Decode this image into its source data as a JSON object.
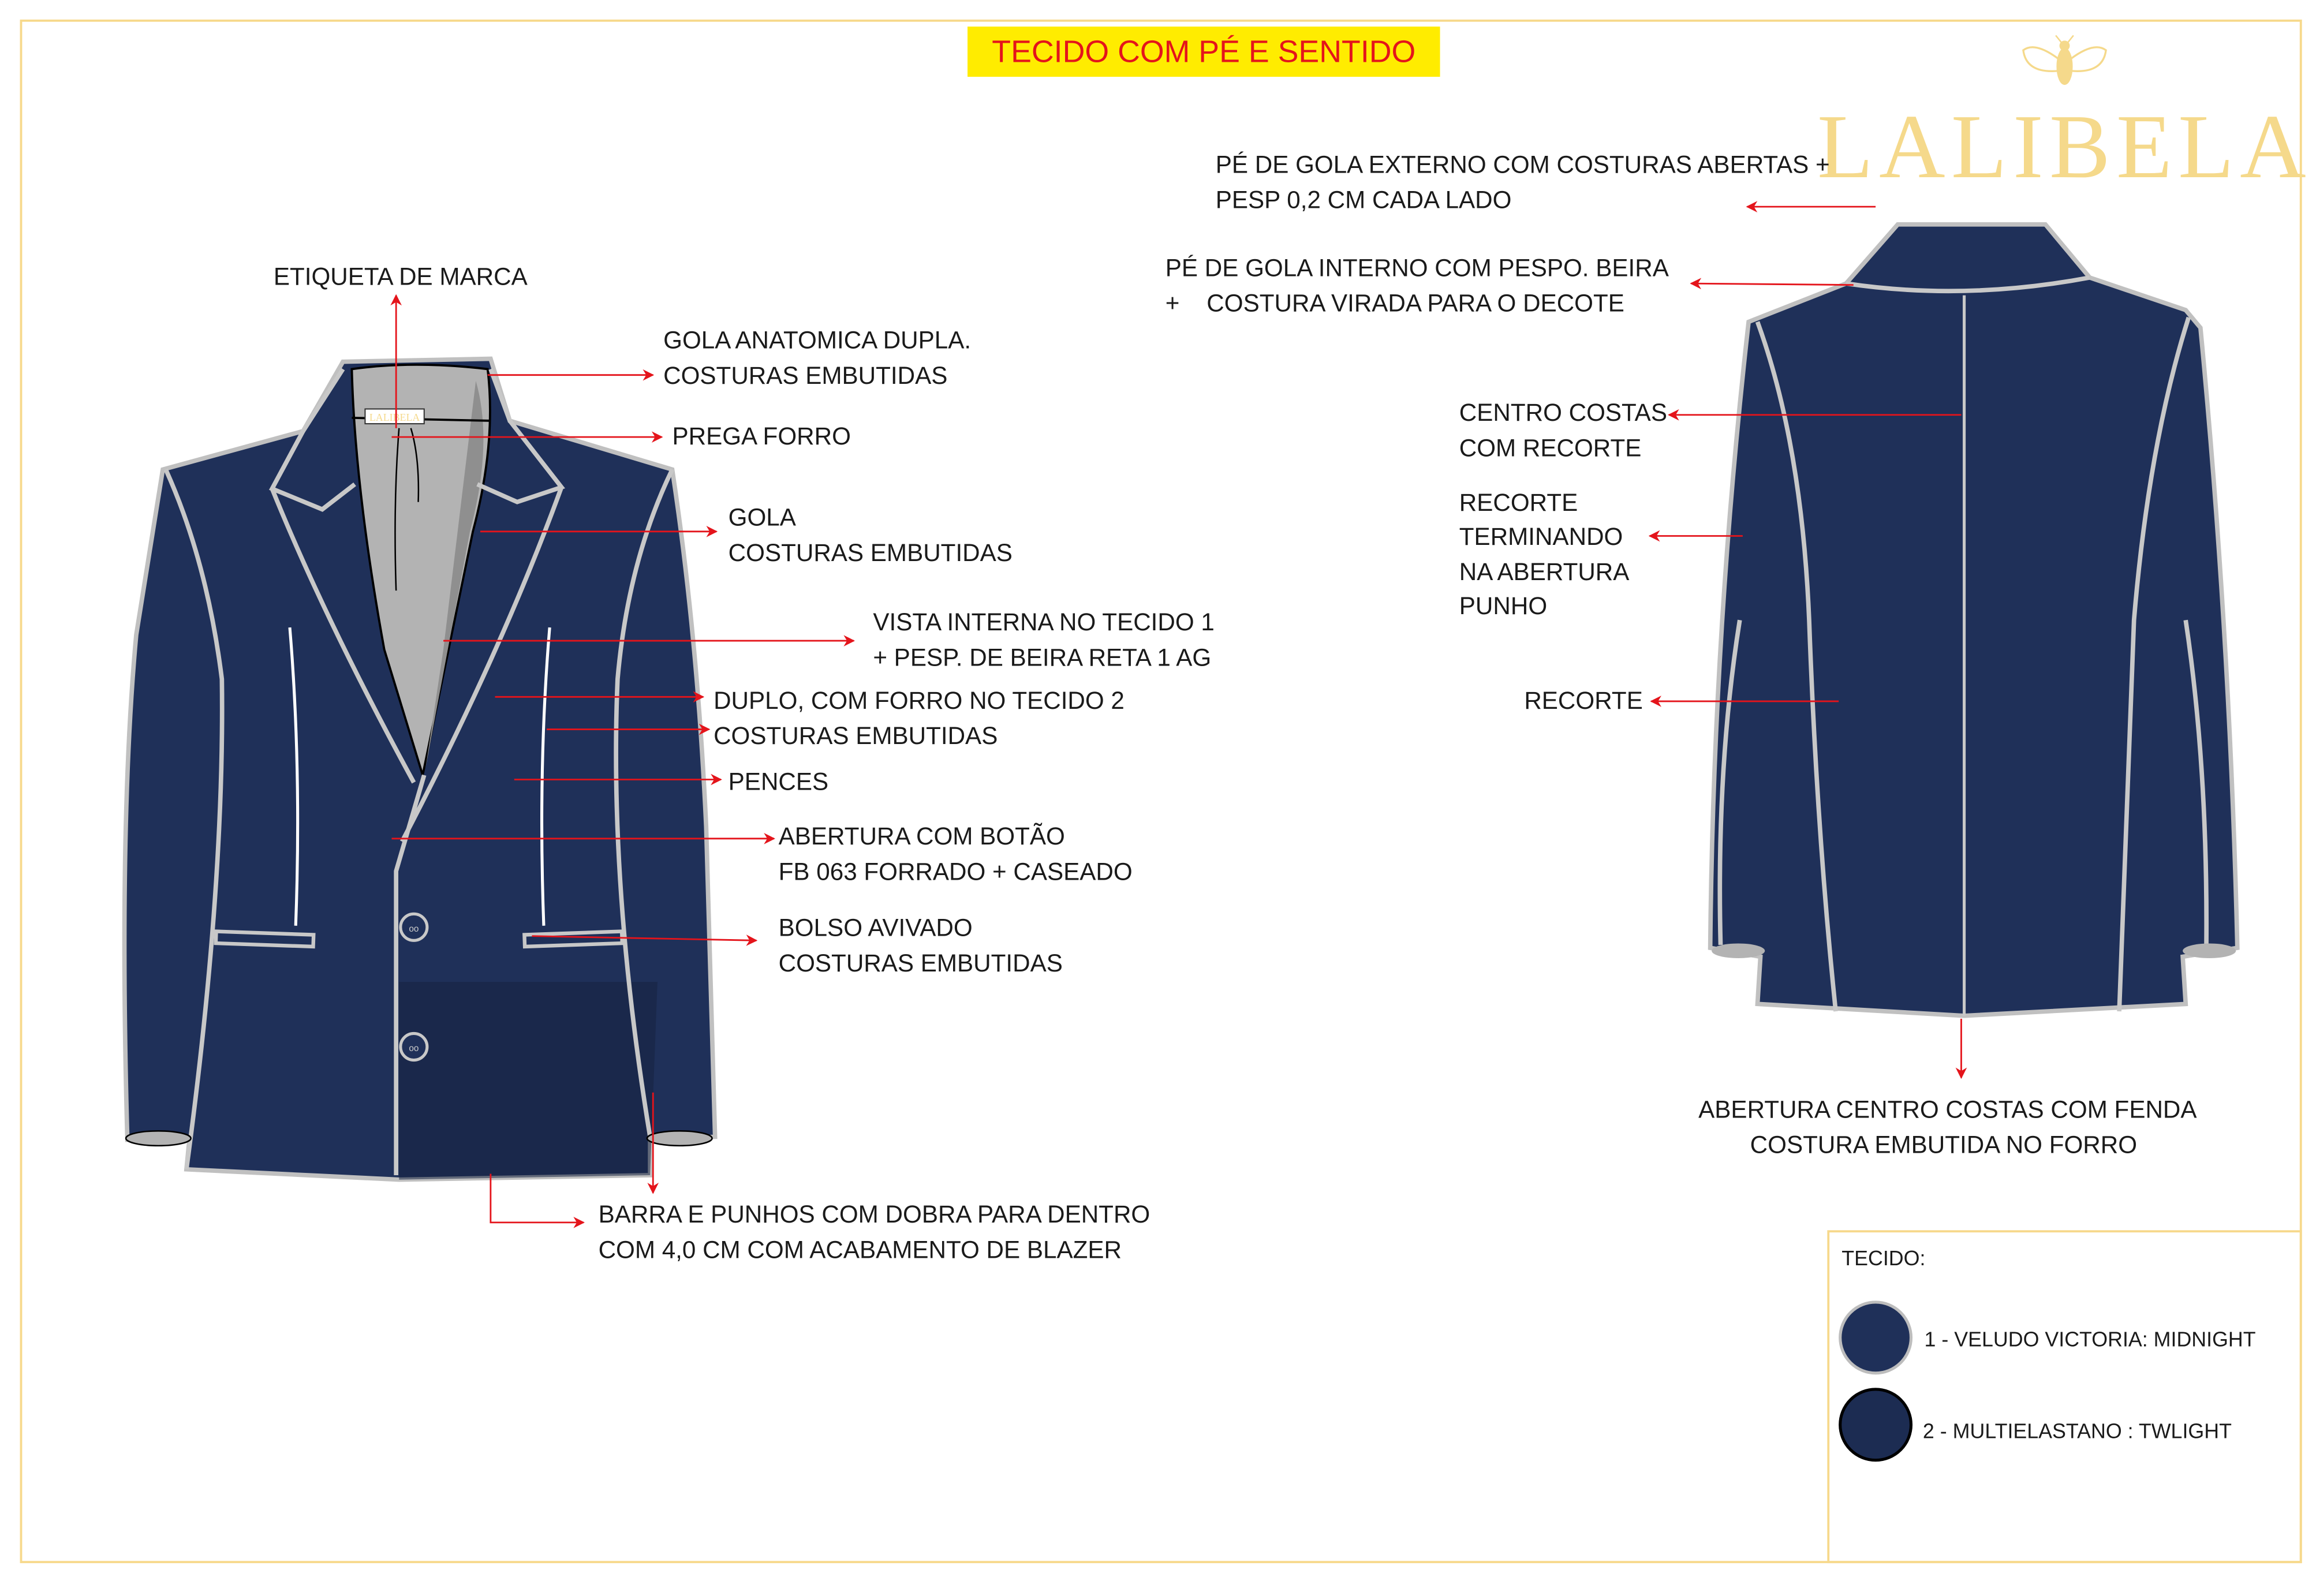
{
  "header": {
    "title": "TECIDO COM PÉ E SENTIDO",
    "title_bg": "#ffec00",
    "title_color": "#e4141b"
  },
  "brand": {
    "name": "LALIBELA",
    "color": "#f5d98b",
    "label_on_garment": "LALIBELA",
    "logo_icon": "bee-icon"
  },
  "front_annotations": [
    {
      "lines": [
        "ETIQUETA DE MARCA"
      ]
    },
    {
      "lines": [
        "GOLA ANATOMICA DUPLA.",
        "COSTURAS EMBUTIDAS"
      ]
    },
    {
      "lines": [
        "PREGA FORRO"
      ]
    },
    {
      "lines": [
        "GOLA",
        "COSTURAS EMBUTIDAS"
      ]
    },
    {
      "lines": [
        "VISTA INTERNA NO  TECIDO 1",
        "+ PESP. DE BEIRA RETA 1 AG"
      ]
    },
    {
      "lines": [
        "DUPLO, COM FORRO NO TECIDO 2",
        "COSTURAS EMBUTIDAS"
      ]
    },
    {
      "lines": [
        "PENCES"
      ]
    },
    {
      "lines": [
        "ABERTURA COM BOTÃO",
        "FB 063 FORRADO + CASEADO"
      ]
    },
    {
      "lines": [
        "BOLSO AVIVADO",
        "COSTURAS EMBUTIDAS"
      ]
    },
    {
      "lines": [
        "BARRA E PUNHOS COM DOBRA PARA DENTRO",
        "COM  4,0 CM  COM ACABAMENTO DE BLAZER"
      ]
    }
  ],
  "back_annotations": [
    {
      "lines": [
        "PÉ DE GOLA EXTERNO COM COSTURAS ABERTAS +",
        "PESP 0,2 CM CADA LADO"
      ]
    },
    {
      "lines": [
        "PÉ DE GOLA INTERNO COM PESPO. BEIRA",
        "+    COSTURA VIRADA PARA O DECOTE"
      ]
    },
    {
      "lines": [
        "CENTRO COSTAS",
        "COM RECORTE"
      ]
    },
    {
      "lines": [
        "RECORTE",
        "TERMINANDO",
        "NA ABERTURA",
        "PUNHO"
      ]
    },
    {
      "lines": [
        "RECORTE"
      ]
    },
    {
      "lines": [
        "ABERTURA CENTRO COSTAS COM FENDA",
        "COSTURA EMBUTIDA NO FORRO"
      ]
    }
  ],
  "legend": {
    "title": "TECIDO:",
    "items": [
      {
        "label": "1 - VELUDO VICTORIA: MIDNIGHT",
        "color": "#1f3059"
      },
      {
        "label": "2 - MULTIELASTANO : TWLIGHT",
        "color": "#1c2c52"
      }
    ]
  },
  "colors": {
    "fabric": "#1f3059",
    "lining": "#b3b3b3",
    "seam": "#c8c8c8",
    "arrow": "#e4141b",
    "border": "#f7d98c"
  }
}
